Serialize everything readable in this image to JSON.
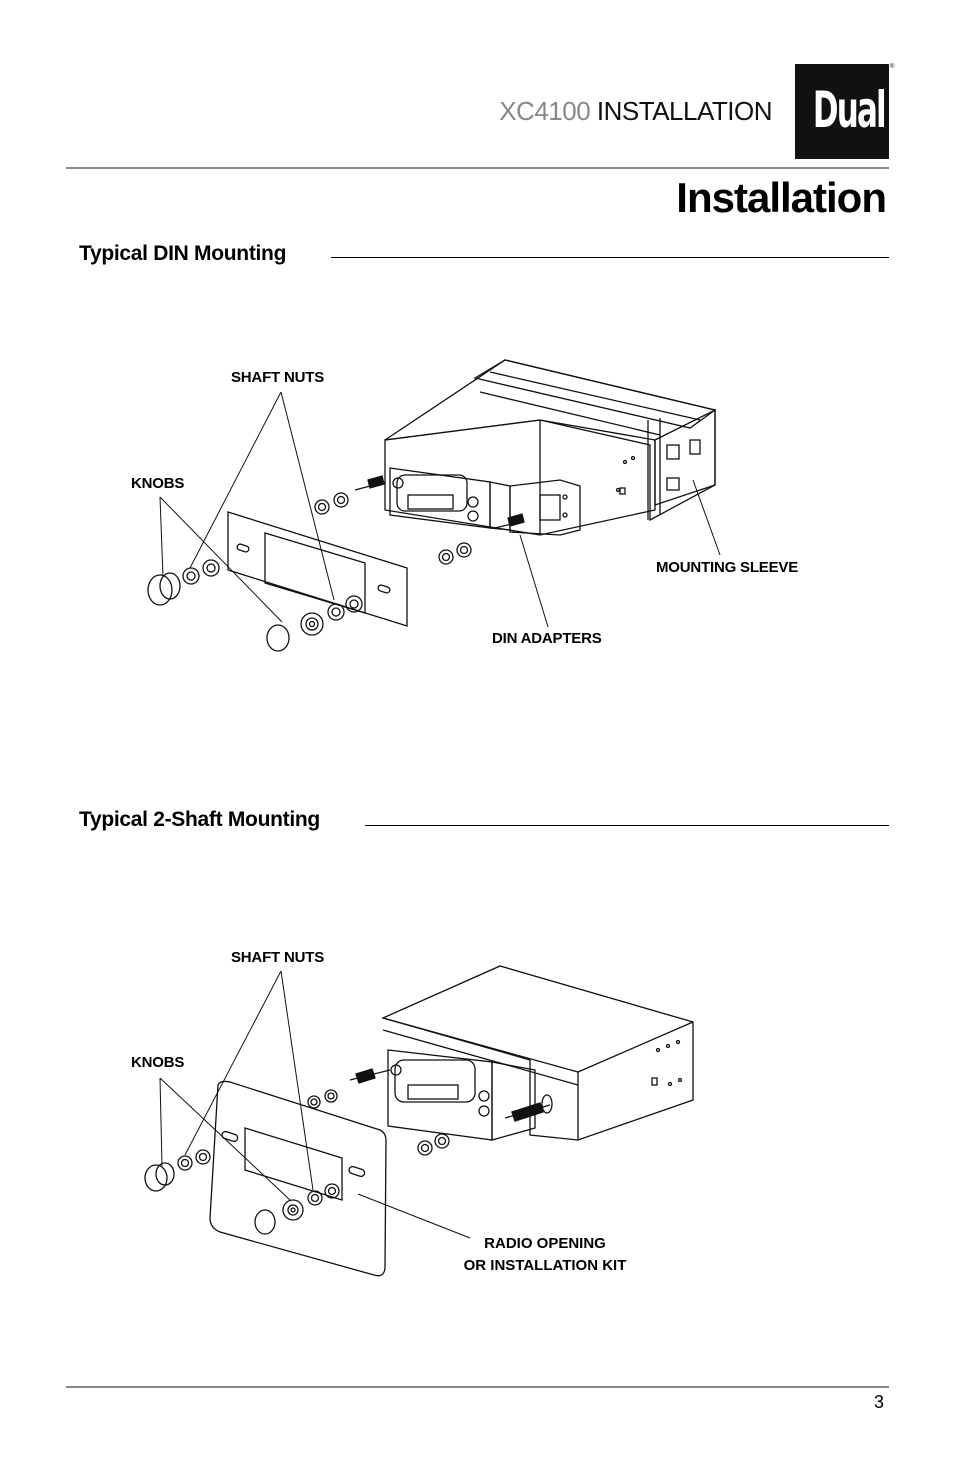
{
  "header": {
    "model": "XC4100",
    "section": "INSTALLATION",
    "logo_text": "Dual",
    "logo_mark": "®"
  },
  "page_title": "Installation",
  "section1": {
    "title": "Typical DIN Mounting",
    "labels": {
      "shaft_nuts": "SHAFT NUTS",
      "knobs": "KNOBS",
      "mounting_sleeve": "MOUNTING SLEEVE",
      "din_adapters": "DIN ADAPTERS"
    }
  },
  "section2": {
    "title": "Typical 2-Shaft Mounting",
    "labels": {
      "shaft_nuts": "SHAFT NUTS",
      "knobs": "KNOBS",
      "radio_opening_line1": "RADIO OPENING",
      "radio_opening_line2": "OR INSTALLATION KIT"
    }
  },
  "footer": {
    "page_number": "3"
  }
}
